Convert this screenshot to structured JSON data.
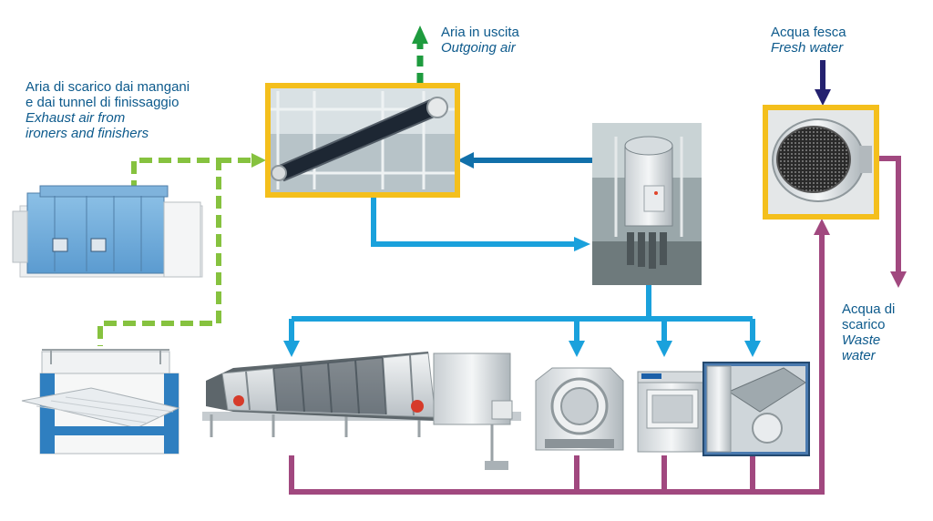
{
  "labels": {
    "outgoing_air": {
      "it": "Aria in uscita",
      "en": "Outgoing air"
    },
    "exhaust_air": {
      "it_line1": "Aria di scarico dai mangani",
      "it_line2": "e dai tunnel di finissaggio",
      "en_line1": "Exhaust air from",
      "en_line2": "ironers and finishers"
    },
    "fresh_water": {
      "it": "Acqua fesca",
      "en": "Fresh water"
    },
    "waste_water": {
      "it_line1": "Acqua di",
      "it_line2": "scarico",
      "en_line1": "Waste",
      "en_line2": "water"
    }
  },
  "colors": {
    "air_flow": "#86c23f",
    "outgoing_air": "#1e9b3e",
    "process_water": "#1aa1dc",
    "return_water": "#1170aa",
    "waste_water": "#a1487f",
    "fresh_water": "#24216f",
    "frame_highlight": "#f4bf1c",
    "label_text": "#0d5a8c"
  },
  "icons": {
    "exhaust_unit": "tunnel-finisher-machine-icon",
    "ironer": "flatwork-ironer-machine-icon",
    "heat_recovery_coil": "air-heat-exchanger-photo-icon",
    "water_tank": "water-heat-recovery-tank-icon",
    "filter": "water-filter-cartridge-icon",
    "tunnel_washer": "tunnel-washer-machine-icon",
    "washer_extractor": "washer-extractor-machine-icon",
    "barrier_washer": "barrier-washer-machine-icon",
    "barrier_washer_open": "barrier-washer-open-door-icon"
  }
}
